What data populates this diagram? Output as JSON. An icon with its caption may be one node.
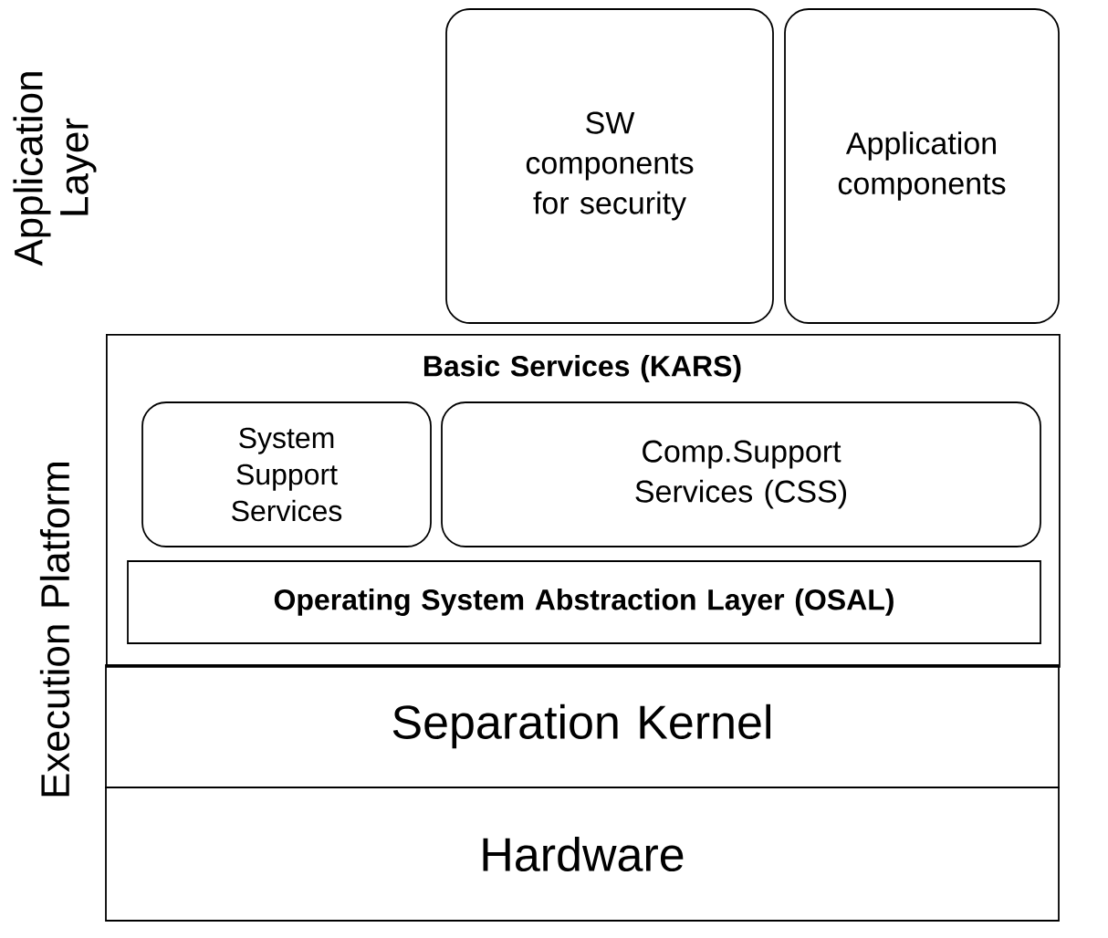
{
  "diagram": {
    "nodes": [
      {
        "text": [
          "SW components for security"
        ]
      },
      {
        "text": [
          "Application components"
        ]
      },
      {
        "text": [
          "Basic Services (KARS)"
        ]
      },
      {
        "text": [
          "System Support Services"
        ],
        "in": 2
      },
      {
        "text": [
          "Comp.Support Services (CSS)"
        ],
        "in": 2
      },
      {
        "text": [
          "Operating System Abstraction Layer (OSAL)"
        ],
        "in": 2
      },
      {
        "text": [
          "Separation Kernel"
        ]
      },
      {
        "text": [
          "Hardware"
        ]
      }
    ],
    "labels": [
      "Application Layer",
      "Execution Platform"
    ]
  }
}
